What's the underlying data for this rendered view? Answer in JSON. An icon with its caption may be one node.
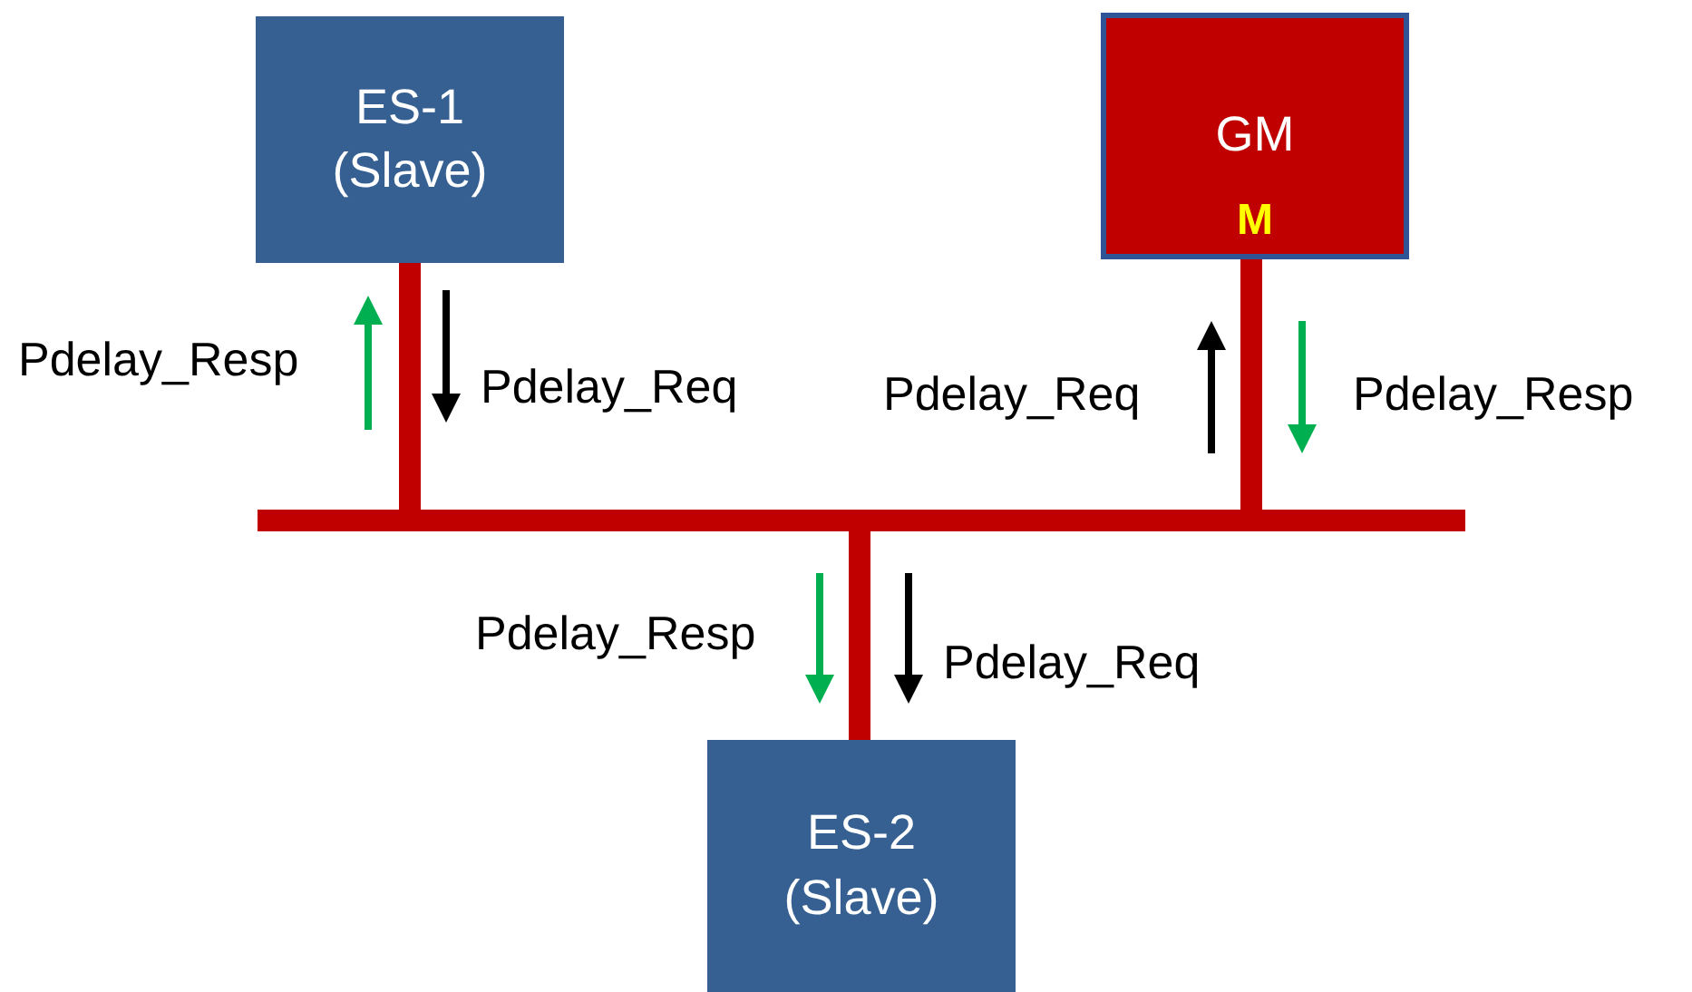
{
  "diagram": {
    "nodes": [
      {
        "text": [
          "ES-1 (Slave)"
        ]
      },
      {
        "text": [
          "GM",
          "M"
        ]
      },
      {
        "text": [],
        "shape": "bar"
      },
      {
        "text": [
          "ES-2 (Slave)"
        ]
      }
    ],
    "edges": [
      {
        "from": 0,
        "to": 2,
        "arrow": "none"
      },
      {
        "from": 1,
        "to": 2,
        "arrow": "none"
      },
      {
        "from": 3,
        "to": 2,
        "arrow": "none"
      }
    ],
    "labels": [
      "Pdelay_Resp",
      "Pdelay_Req",
      "Pdelay_Req",
      "Pdelay_Resp",
      "Pdelay_Resp",
      "Pdelay_Req"
    ]
  }
}
